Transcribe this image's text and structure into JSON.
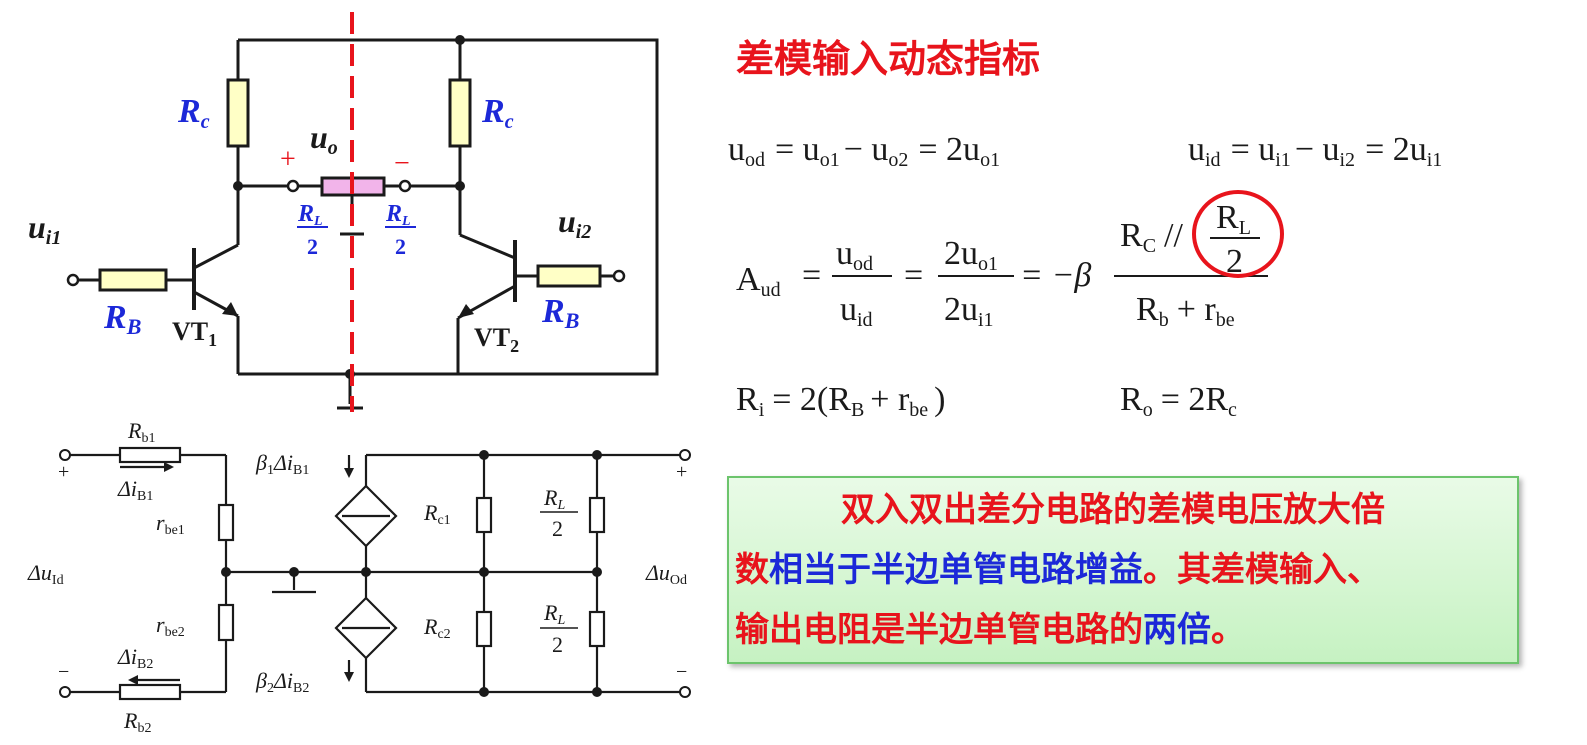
{
  "heading": "差模输入动态指标",
  "circuit_top": {
    "rc_left": "R",
    "rc_left_sub": "c",
    "rc_right": "R",
    "rc_right_sub": "c",
    "uo": "u",
    "uo_sub": "o",
    "plus": "+",
    "minus": "−",
    "rl_half_left_num": "R",
    "rl_half_left_sub": "L",
    "rl_half_left_den": "2",
    "rl_half_right_num": "R",
    "rl_half_right_sub": "L",
    "rl_half_right_den": "2",
    "ui1": "u",
    "ui1_sub": "i1",
    "ui2": "u",
    "ui2_sub": "i2",
    "rb_left": "R",
    "rb_left_sub": "B",
    "rb_right": "R",
    "rb_right_sub": "B",
    "vt1": "VT",
    "vt1_sub": "1",
    "vt2": "VT",
    "vt2_sub": "2"
  },
  "circuit_bottom": {
    "rb1": "R",
    "rb1_sub": "b1",
    "rb2": "R",
    "rb2_sub": "b2",
    "dib1": "Δi",
    "dib1_sub": "B1",
    "dib2": "Δi",
    "dib2_sub": "B2",
    "rbe1": "r",
    "rbe1_sub": "be1",
    "rbe2": "r",
    "rbe2_sub": "be2",
    "du_id": "Δu",
    "du_id_sub": "Id",
    "du_od": "Δu",
    "du_od_sub": "Od",
    "src1": "β",
    "src1_sub": "1",
    "src1_rest": "Δi",
    "src1_sub2": "B1",
    "src2": "β",
    "src2_sub": "2",
    "src2_rest": "Δi",
    "src2_sub2": "B2",
    "rc1": "R",
    "rc1_sub": "c1",
    "rc2": "R",
    "rc2_sub": "c2",
    "rl1_num": "R",
    "rl1_sub": "L",
    "rl1_den": "2",
    "rl2_num": "R",
    "rl2_sub": "L",
    "rl2_den": "2",
    "plus_in": "+",
    "minus_in": "−",
    "plus_out": "+",
    "minus_out": "−"
  },
  "formulas": {
    "f1_uod": "u",
    "f1_uod_sub": "od",
    "f1_eq": "= u",
    "f1_uo1_sub": "o1",
    "f1_m": "− u",
    "f1_uo2_sub": "o2",
    "f1_r": "= 2u",
    "f1_r_sub": "o1",
    "f2_uid": "u",
    "f2_uid_sub": "id",
    "f2_eq": "= u",
    "f2_ui1_sub": "i1",
    "f2_m": "− u",
    "f2_ui2_sub": "i2",
    "f2_r": "= 2u",
    "f2_r_sub": "i1",
    "a_lhs": "A",
    "a_lhs_sub": "ud",
    "a_eq1": "=",
    "a_n1": "u",
    "a_n1_sub": "od",
    "a_d1": "u",
    "a_d1_sub": "id",
    "a_eq2": "=",
    "a_n2": "2u",
    "a_n2_sub": "o1",
    "a_d2": "2u",
    "a_d2_sub": "i1",
    "a_eq3": "= −β",
    "a_n3": "R",
    "a_n3_sub": "C",
    "a_par": "//",
    "a_rl": "R",
    "a_rl_sub": "L",
    "a_two": "2",
    "a_d3": "R",
    "a_d3_sub": "b",
    "a_d3_plus": "+ r",
    "a_d3_sub2": "be",
    "ri": "R",
    "ri_sub": "i",
    "ri_eq": "= 2(R",
    "ri_rb_sub": "B",
    "ri_plus": "+ r",
    "ri_rbe_sub": "be",
    "ri_close": ")",
    "ro": "R",
    "ro_sub": "o",
    "ro_eq": "= 2R",
    "ro_rc_sub": "c"
  },
  "note": {
    "s1": "双入双出差分电路的差模电压放大倍",
    "s2a": "数",
    "s2b": "相当于半边单管电路增益",
    "s2c": "。其差模输入、",
    "s3a": "输出电阻是半边单管电路的",
    "s3b": "两倍",
    "s3c": "。"
  },
  "colors": {
    "red": "#e8141c",
    "blue": "#1c28d8",
    "resistor_fill": "#ffffc6",
    "rl_fill": "#f2b4ea",
    "line": "#1a1a1a"
  }
}
